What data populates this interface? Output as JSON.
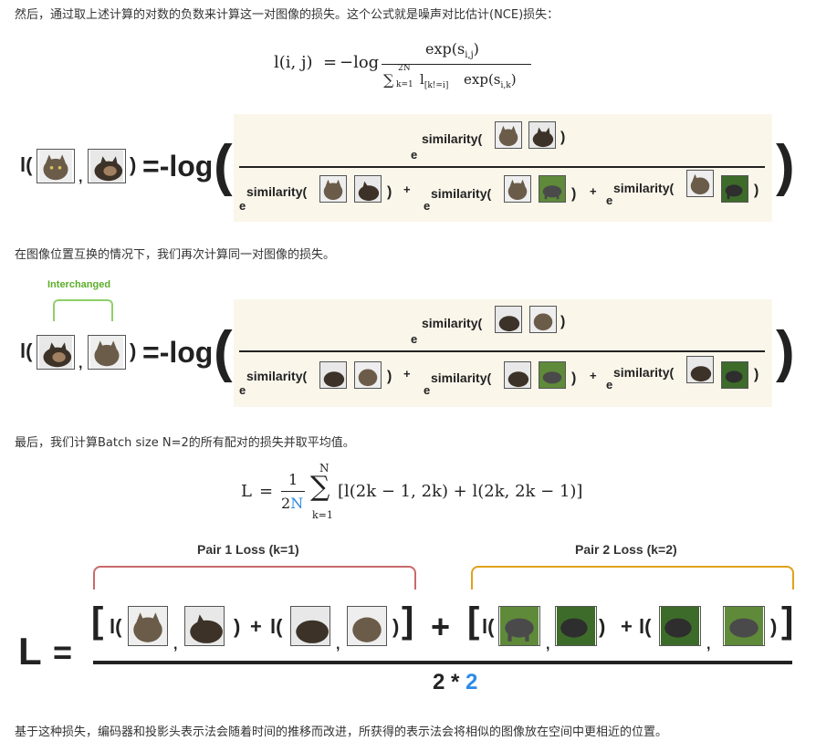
{
  "paragraphs": {
    "p1": "然后，通过取上述计算的对数的负数来计算这一对图像的损失。这个公式就是噪声对比估计(NCE)损失：",
    "p2": "在图像位置互换的情况下，我们再次计算同一对图像的损失。",
    "p3": "最后，我们计算Batch size N=2的所有配对的损失并取平均值。",
    "p4": "基于这种损失，编码器和投影头表示法会随着时间的推移而改进，所获得的表示法会将相似的图像放在空间中更相近的位置。"
  },
  "formula1": {
    "lhs": "l(i, j)",
    "eq": "=",
    "neglog": "−log",
    "numerator": "exp(s",
    "num_sub": "i,j",
    "num_close": ")",
    "sum": "∑",
    "sum_sup": "2N",
    "sum_sub": "k=1",
    "indicator": "l",
    "ind_sub": "[k!=i]",
    "den_exp": "exp(s",
    "den_sub": "i,k",
    "den_close": ")"
  },
  "diagram1": {
    "lparen": "l(",
    "comma": ",",
    "rparen": ")",
    "eq_neglog": "=-log",
    "open_big": "(",
    "close_big": ")",
    "e": "e",
    "similarity": "similarity(",
    "close": ")",
    "plus": "+"
  },
  "diagram2": {
    "interchanged": "Interchanged",
    "lparen": "l(",
    "comma": ",",
    "rparen": ")",
    "eq_neglog": "=-log",
    "open_big": "(",
    "close_big": ")",
    "e": "e",
    "similarity": "similarity(",
    "close": ")",
    "plus": "+"
  },
  "formula2": {
    "lhs": "L",
    "eq": "=",
    "num": "1",
    "den_2": "2",
    "den_N": "N",
    "sum_sup": "N",
    "sum": "∑",
    "sum_sub": "k=1",
    "body": "[l(2k − 1, 2k) + l(2k, 2k − 1)]"
  },
  "final": {
    "pair1": "Pair 1 Loss (k=1)",
    "pair2": "Pair 2 Loss (k=2)",
    "L": "L",
    "eq": "=",
    "lbr": "[",
    "rbr": "]",
    "lparen": "l(",
    "rparen": ")",
    "plus": "+",
    "comma": ",",
    "den_text": "2 * ",
    "den_two": "2"
  },
  "colors": {
    "interchanged": "#5cae2a",
    "pair1_bracket": "#c96a6a",
    "pair2_bracket": "#e0a11b",
    "accent_blue": "#2b8ae6",
    "panel": "#faf6ea"
  }
}
